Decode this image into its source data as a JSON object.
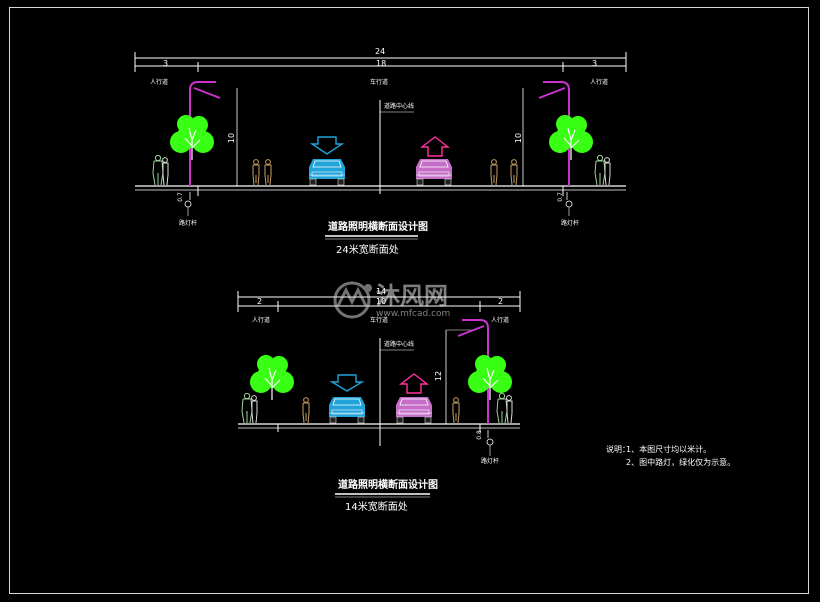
{
  "drawing_a": {
    "dim_total": "24",
    "dim_left": "3",
    "dim_center": "18",
    "dim_right": "3",
    "label_left_walk": "人行道",
    "label_carriageway": "车行道",
    "label_right_walk": "人行道",
    "label_centerline": "道路中心线",
    "pole_height_left": "10",
    "pole_height_right": "10",
    "offset_left": "0.7",
    "offset_right": "0.7",
    "lamp_label_left": "路灯杆",
    "lamp_label_right": "路灯杆",
    "caption_title": "道路照明横断面设计图",
    "caption_sub": "24米宽断面处"
  },
  "drawing_b": {
    "dim_total": "14",
    "dim_left": "2",
    "dim_center": "10",
    "dim_right": "2",
    "label_left_walk": "人行道",
    "label_carriageway": "车行道",
    "label_right_walk": "人行道",
    "label_centerline": "道路中心线",
    "pole_height": "12",
    "offset": "0.8",
    "lamp_label": "路灯杆",
    "caption_title": "道路照明横断面设计图",
    "caption_sub": "14米宽断面处"
  },
  "notes": {
    "heading": "说明：",
    "item1": "1、本图尺寸均以米计。",
    "item2": "2、图中路灯，绿化仅为示意。"
  },
  "watermark": {
    "brand": "沐风网",
    "url": "www.mfcad.com"
  },
  "colors": {
    "background": "#000000",
    "lines": "#ffffff",
    "tree": "#39ff14",
    "lamp": "#cc33cc",
    "car_down": "#1fa3d8",
    "car_up": "#c56ec8",
    "arrow_down": "#1fa3d8",
    "arrow_up": "#ff3399",
    "pedestrian": "#c8a060"
  }
}
